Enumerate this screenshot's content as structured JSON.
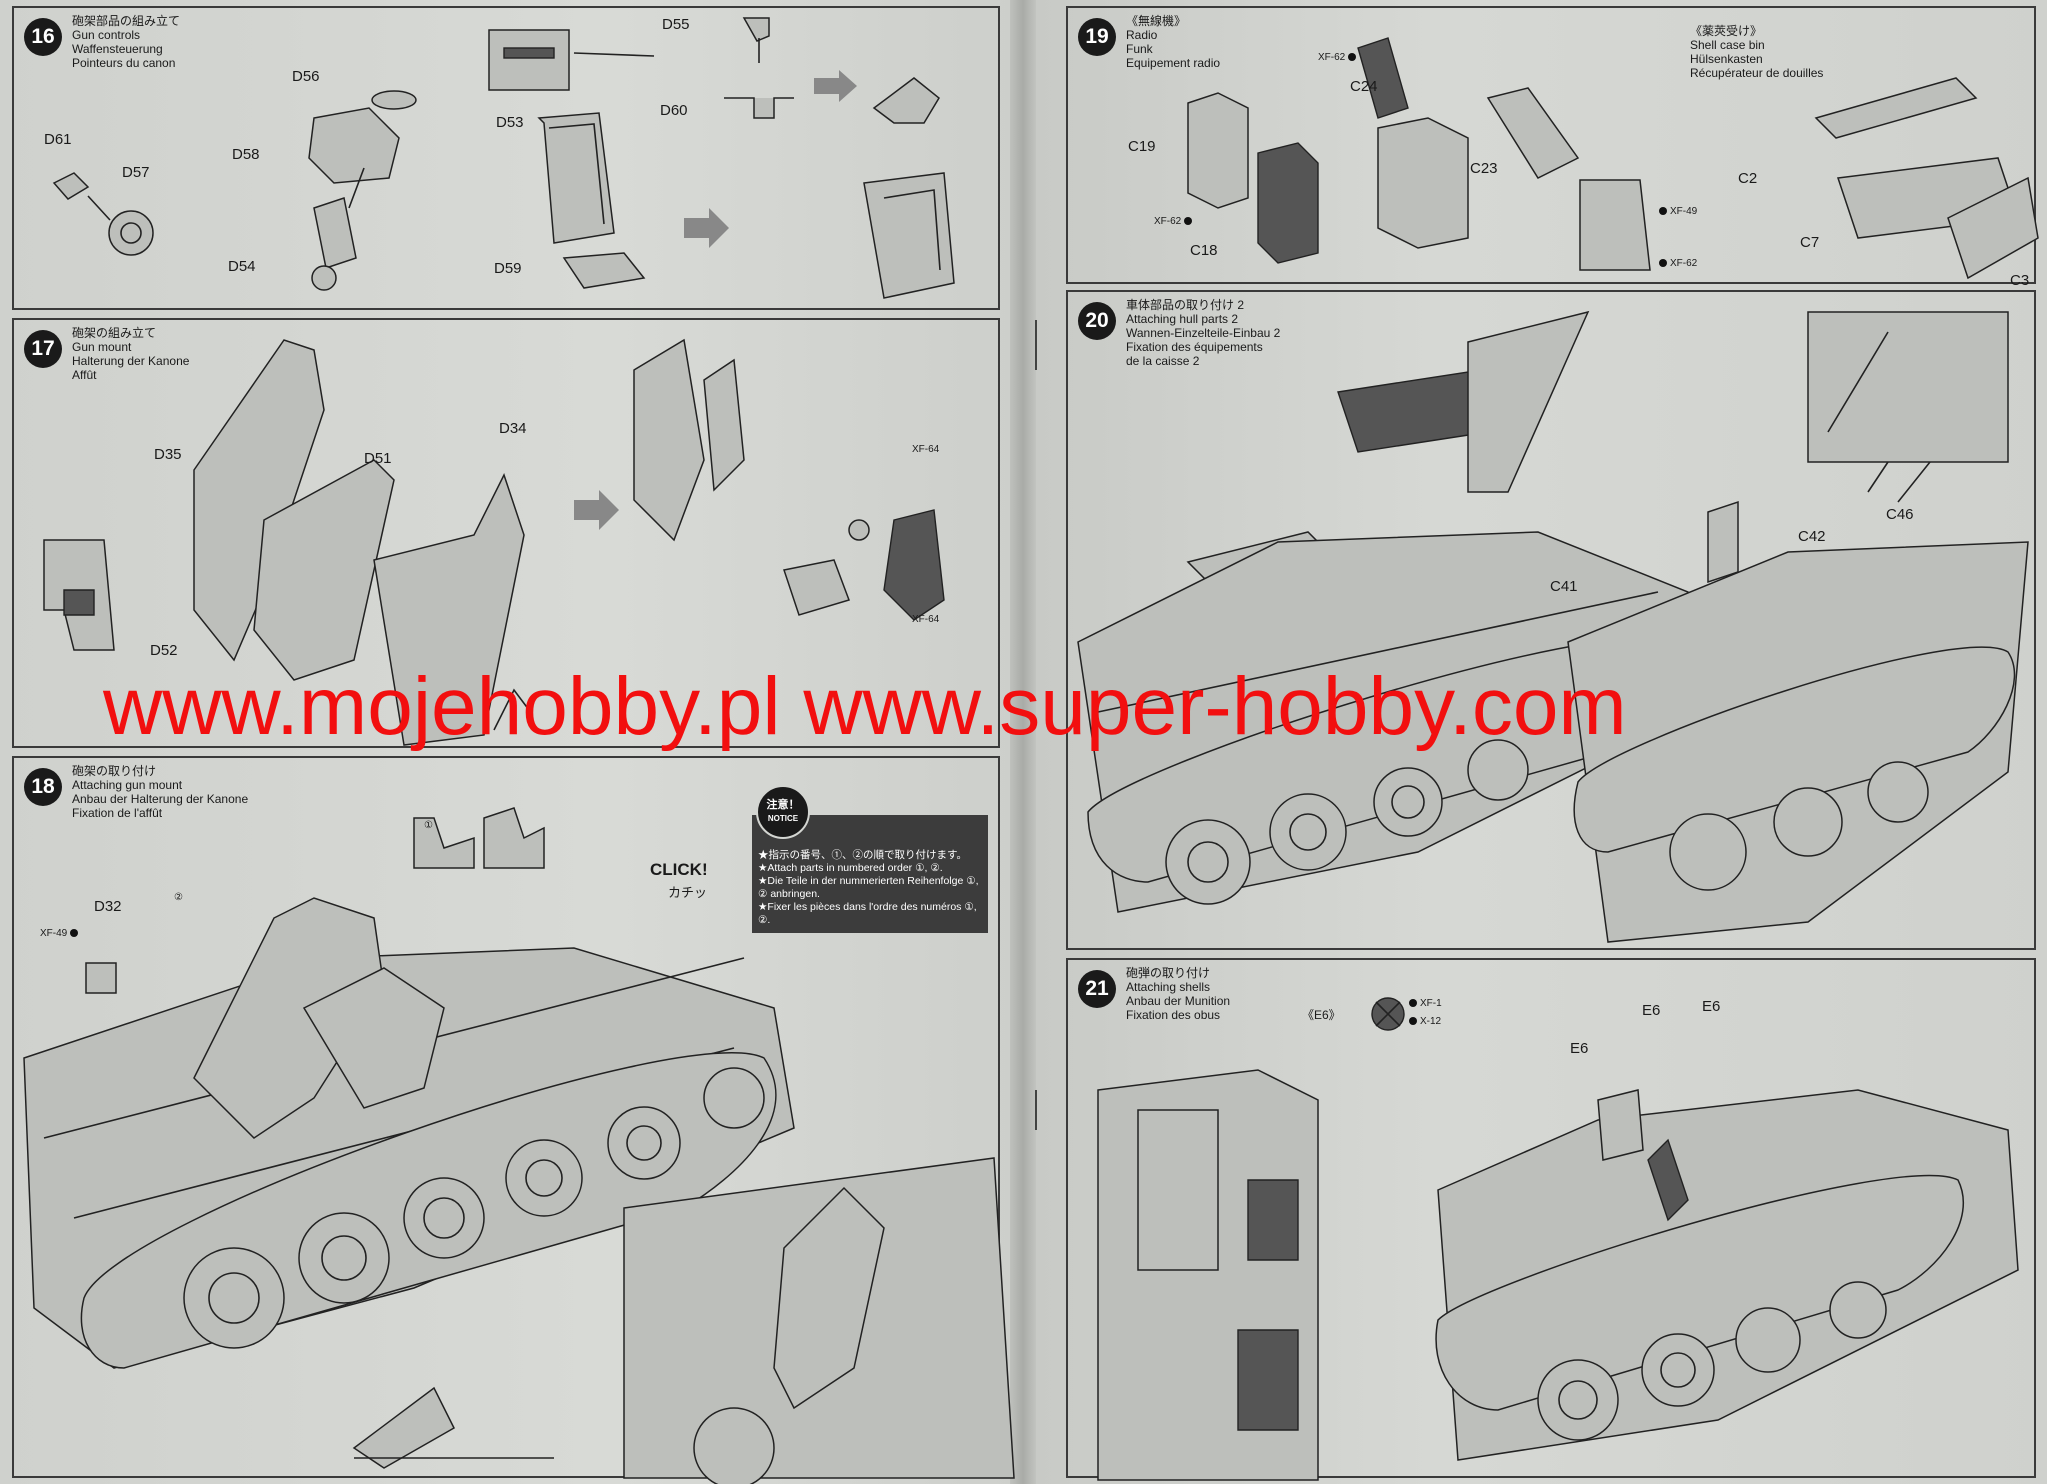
{
  "watermark": "www.mojehobby.pl www.super-hobby.com",
  "steps": {
    "s16": {
      "num": "16",
      "jp": "砲架部品の組み立て",
      "en": "Gun controls",
      "de": "Waffensteuerung",
      "fr": "Pointeurs du canon",
      "parts": {
        "d56": "D56",
        "d61": "D61",
        "d57": "D57",
        "d58": "D58",
        "d54": "D54",
        "d53": "D53",
        "d59": "D59",
        "d55": "D55",
        "d60": "D60"
      }
    },
    "s17": {
      "num": "17",
      "jp": "砲架の組み立て",
      "en": "Gun mount",
      "de": "Halterung der Kanone",
      "fr": "Affût",
      "parts": {
        "d35": "D35",
        "d51": "D51",
        "d34": "D34",
        "d52": "D52",
        "xf64a": "XF-64",
        "xf64b": "XF-64"
      }
    },
    "s18": {
      "num": "18",
      "jp": "砲架の取り付け",
      "en": "Attaching gun mount",
      "de": "Anbau der Halterung der Kanone",
      "fr": "Fixation de l'affût",
      "parts": {
        "d32": "D32",
        "xf49": "XF-49",
        "c1": "①",
        "c2": "②"
      },
      "click_en": "CLICK!",
      "click_jp": "カチッ",
      "notice": {
        "badge_jp": "注意！",
        "badge_en": "NOTICE",
        "l1": "★指示の番号、①、②の順で取り付けます。",
        "l2": "★Attach parts in numbered order ①, ②.",
        "l3": "★Die Teile in der nummerierten Reihenfolge ①, ② anbringen.",
        "l4": "★Fixer les pièces dans l'ordre des numéros ①, ②."
      }
    },
    "s19": {
      "num": "19",
      "jp": "《無線機》",
      "en": "Radio",
      "de": "Funk",
      "fr": "Equipement radio",
      "jp2": "《薬莢受け》",
      "en2": "Shell case bin",
      "de2": "Hülsenkasten",
      "fr2": "Récupérateur de douilles",
      "parts": {
        "xf62a": "XF-62",
        "c24": "C24",
        "c19": "C19",
        "xf62b": "XF-62",
        "c18": "C18",
        "c23": "C23",
        "xf49": "XF-49",
        "xf62c": "XF-62",
        "c2": "C2",
        "c7": "C7",
        "c3": "C3"
      }
    },
    "s20": {
      "num": "20",
      "jp": "車体部品の取り付け 2",
      "en": "Attaching hull parts 2",
      "de": "Wannen-Einzelteile-Einbau 2",
      "fr": "Fixation des équipements",
      "fr_b": "de la caisse 2",
      "parts": {
        "c41": "C41",
        "c42": "C42",
        "c46": "C46"
      }
    },
    "s21": {
      "num": "21",
      "jp": "砲弾の取り付け",
      "en": "Attaching shells",
      "de": "Anbau der Munition",
      "fr": "Fixation des obus",
      "parts": {
        "e6tag": "《E6》",
        "xf1": "XF-1",
        "x12": "X-12",
        "e6a": "E6",
        "e6b": "E6",
        "e6c": "E6"
      }
    }
  }
}
